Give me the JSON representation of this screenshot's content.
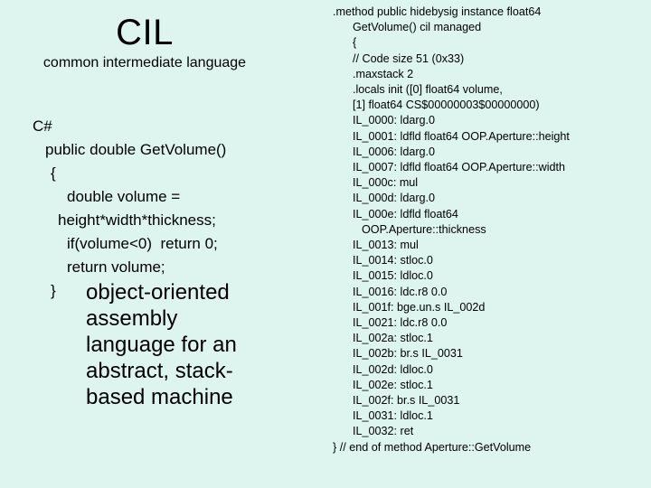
{
  "slide": {
    "background_color": "#ddf4ef",
    "text_color": "#000000",
    "title": "CIL",
    "subtitle": "common intermediate language",
    "tagline_lines": [
      "object-oriented",
      "assembly",
      "language for an",
      "abstract, stack-",
      "based machine"
    ]
  },
  "csharp": {
    "heading": "C#",
    "lines": [
      {
        "text": "C#",
        "indent": 0
      },
      {
        "text": "public double GetVolume()",
        "indent": 1
      },
      {
        "text": "{",
        "indent": 2
      },
      {
        "text": "double volume =",
        "indent": 3
      },
      {
        "text": "height*width*thickness;",
        "indent": 4
      },
      {
        "text": "if(volume<0)  return 0;",
        "indent": 3
      },
      {
        "text": "return volume;",
        "indent": 3
      },
      {
        "text": "}",
        "indent": 2
      }
    ]
  },
  "cil": {
    "lines": [
      {
        "text": ".method public hidebysig instance float64",
        "indent": 0
      },
      {
        "text": "GetVolume() cil managed",
        "indent": 1
      },
      {
        "text": "{",
        "indent": 1
      },
      {
        "text": "// Code size 51 (0x33)",
        "indent": 1
      },
      {
        "text": ".maxstack 2",
        "indent": 1
      },
      {
        "text": ".locals init ([0] float64 volume,",
        "indent": 1
      },
      {
        "text": "[1] float64 CS$00000003$00000000)",
        "indent": 1
      },
      {
        "text": "IL_0000: ldarg.0",
        "indent": 1
      },
      {
        "text": "IL_0001: ldfld float64 OOP.Aperture::height",
        "indent": 1
      },
      {
        "text": "IL_0006: ldarg.0",
        "indent": 1
      },
      {
        "text": "IL_0007: ldfld float64 OOP.Aperture::width",
        "indent": 1
      },
      {
        "text": "IL_000c: mul",
        "indent": 1
      },
      {
        "text": "IL_000d: ldarg.0",
        "indent": 1
      },
      {
        "text": "IL_000e: ldfld float64",
        "indent": 1
      },
      {
        "text": "OOP.Aperture::thickness",
        "indent": 2
      },
      {
        "text": "IL_0013: mul",
        "indent": 1
      },
      {
        "text": "IL_0014: stloc.0",
        "indent": 1
      },
      {
        "text": "IL_0015: ldloc.0",
        "indent": 1
      },
      {
        "text": "IL_0016: ldc.r8 0.0",
        "indent": 1
      },
      {
        "text": "IL_001f: bge.un.s IL_002d",
        "indent": 1
      },
      {
        "text": "IL_0021: ldc.r8 0.0",
        "indent": 1
      },
      {
        "text": "IL_002a: stloc.1",
        "indent": 1
      },
      {
        "text": "IL_002b: br.s IL_0031",
        "indent": 1
      },
      {
        "text": "IL_002d: ldloc.0",
        "indent": 1
      },
      {
        "text": "IL_002e: stloc.1",
        "indent": 1
      },
      {
        "text": "IL_002f: br.s IL_0031",
        "indent": 1
      },
      {
        "text": "IL_0031: ldloc.1",
        "indent": 1
      },
      {
        "text": "IL_0032: ret",
        "indent": 1
      },
      {
        "text": "} // end of method Aperture::GetVolume",
        "indent": 0
      }
    ]
  }
}
